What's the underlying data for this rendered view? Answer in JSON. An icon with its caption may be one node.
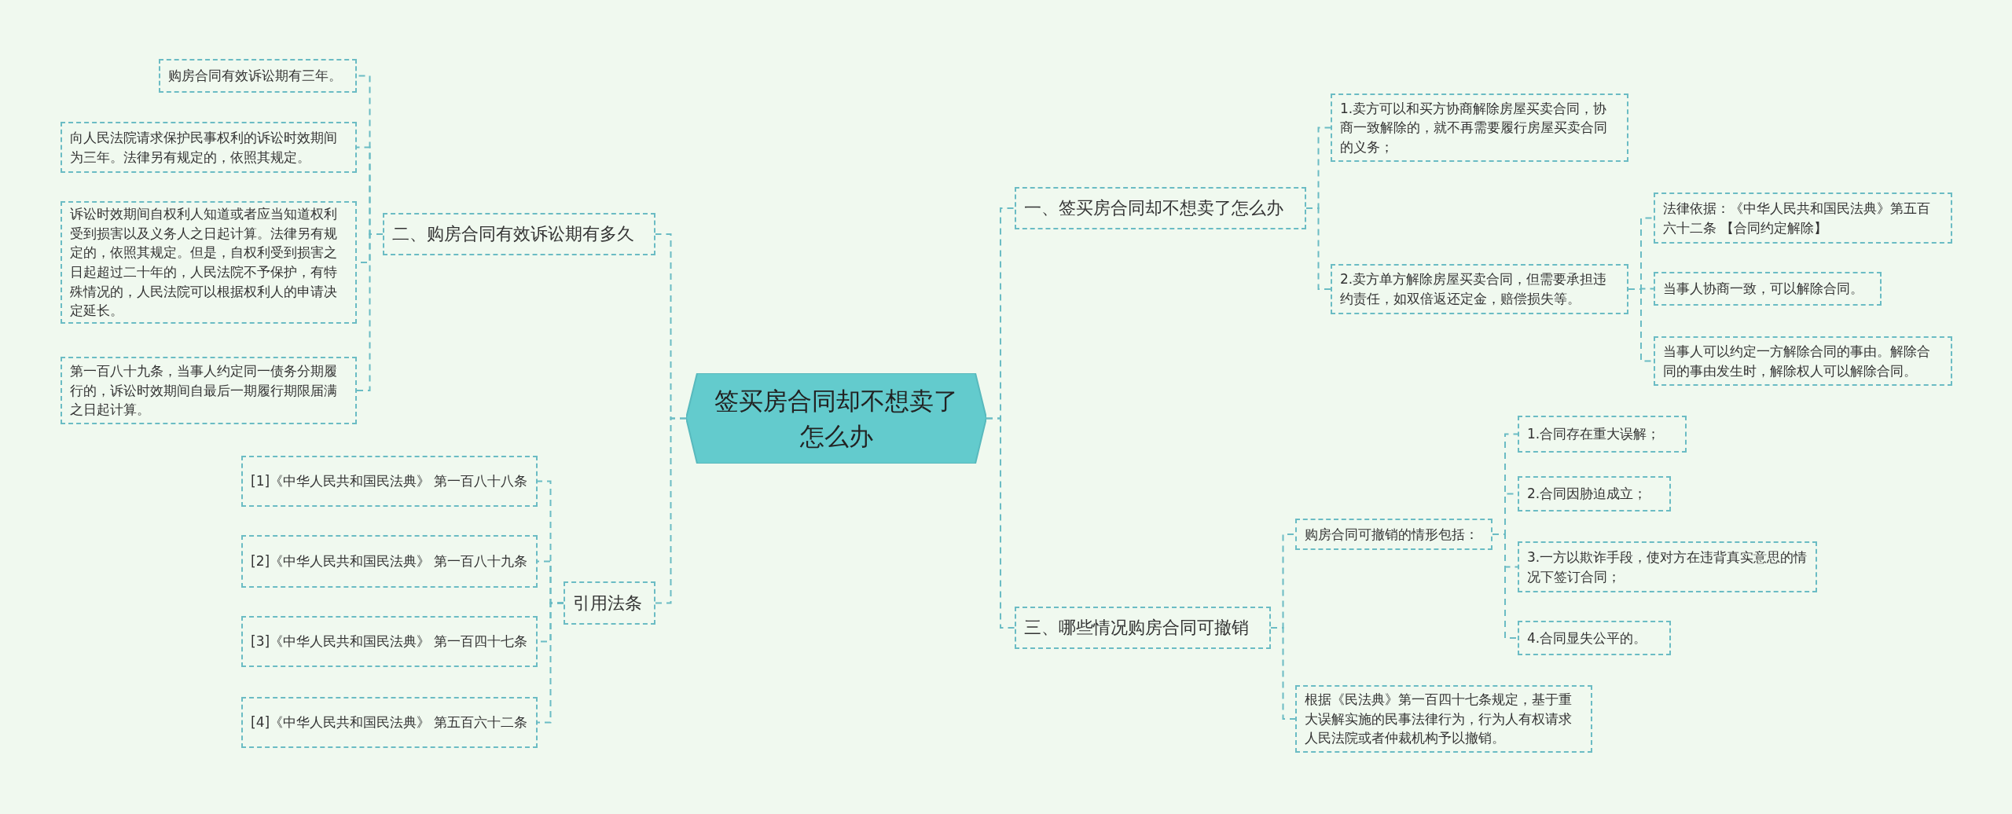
{
  "diagram": {
    "nodes": [
      {
        "text": [
          "签买房合同却不想卖了怎么办"
        ]
      },
      {
        "text": [
          "一、签买房合同却不想卖了怎么办"
        ]
      },
      {
        "text": [
          "1.卖方可以和买方协商解除房屋买卖合同，协商一致解除的，就不再需要履行房屋买卖合同的义务；"
        ]
      },
      {
        "text": [
          "2.卖方单方解除房屋买卖合同，但需要承担违约责任，如双倍返还定金，赔偿损失等。"
        ]
      },
      {
        "text": [
          "法律依据：《中华人民共和国民法典》第五百六十二条 【合同约定解除】"
        ]
      },
      {
        "text": [
          "当事人协商一致，可以解除合同。"
        ]
      },
      {
        "text": [
          "当事人可以约定一方解除合同的事由。解除合同的事由发生时，解除权人可以解除合同。"
        ]
      },
      {
        "text": [
          "三、哪些情况购房合同可撤销"
        ]
      },
      {
        "text": [
          "购房合同可撤销的情形包括："
        ]
      },
      {
        "text": [
          "1.合同存在重大误解；"
        ]
      },
      {
        "text": [
          "2.合同因胁迫成立；"
        ]
      },
      {
        "text": [
          "3.一方以欺诈手段，使对方在违背真实意思的情况下签订合同；"
        ]
      },
      {
        "text": [
          "4.合同显失公平的。"
        ]
      },
      {
        "text": [
          "根据《民法典》第一百四十七条规定，基于重大误解实施的民事法律行为，行为人有权请求人民法院或者仲裁机构予以撤销。"
        ]
      },
      {
        "text": [
          "二、购房合同有效诉讼期有多久"
        ]
      },
      {
        "text": [
          "购房合同有效诉讼期有三年。"
        ]
      },
      {
        "text": [
          "向人民法院请求保护民事权利的诉讼时效期间为三年。法律另有规定的，依照其规定。"
        ]
      },
      {
        "text": [
          "诉讼时效期间自权利人知道或者应当知道权利受到损害以及义务人之日起计算。法律另有规定的，依照其规定。但是，自权利受到损害之日起超过二十年的，人民法院不予保护，有特殊情况的，人民法院可以根据权利人的申请决定延长。"
        ]
      },
      {
        "text": [
          "第一百八十九条，当事人约定同一债务分期履行的，诉讼时效期间自最后一期履行期限届满之日起计算。"
        ]
      },
      {
        "text": [
          "引用法条"
        ]
      },
      {
        "text": [
          "[1]《中华人民共和国民法典》 第一百八十八条"
        ]
      },
      {
        "text": [
          "[2]《中华人民共和国民法典》 第一百八十九条"
        ]
      },
      {
        "text": [
          "[3]《中华人民共和国民法典》 第一百四十七条"
        ]
      },
      {
        "text": [
          "[4]《中华人民共和国民法典》 第五百六十二条"
        ]
      }
    ],
    "edges": [
      {
        "from": 0,
        "to": 1,
        "arrow": "none",
        "style": "dashed"
      },
      {
        "from": 1,
        "to": 2,
        "arrow": "none",
        "style": "dashed"
      },
      {
        "from": 1,
        "to": 3,
        "arrow": "none",
        "style": "dashed"
      },
      {
        "from": 3,
        "to": 4,
        "arrow": "none",
        "style": "dashed"
      },
      {
        "from": 3,
        "to": 5,
        "arrow": "none",
        "style": "dashed"
      },
      {
        "from": 3,
        "to": 6,
        "arrow": "none",
        "style": "dashed"
      },
      {
        "from": 0,
        "to": 7,
        "arrow": "none",
        "style": "dashed"
      },
      {
        "from": 7,
        "to": 8,
        "arrow": "none",
        "style": "dashed"
      },
      {
        "from": 8,
        "to": 9,
        "arrow": "none",
        "style": "dashed"
      },
      {
        "from": 8,
        "to": 10,
        "arrow": "none",
        "style": "dashed"
      },
      {
        "from": 8,
        "to": 11,
        "arrow": "none",
        "style": "dashed"
      },
      {
        "from": 8,
        "to": 12,
        "arrow": "none",
        "style": "dashed"
      },
      {
        "from": 7,
        "to": 13,
        "arrow": "none",
        "style": "dashed"
      },
      {
        "from": 0,
        "to": 14,
        "arrow": "none",
        "style": "dashed"
      },
      {
        "from": 14,
        "to": 15,
        "arrow": "none",
        "style": "dashed"
      },
      {
        "from": 14,
        "to": 16,
        "arrow": "none",
        "style": "dashed"
      },
      {
        "from": 14,
        "to": 17,
        "arrow": "none",
        "style": "dashed"
      },
      {
        "from": 14,
        "to": 18,
        "arrow": "none",
        "style": "dashed"
      },
      {
        "from": 0,
        "to": 19,
        "arrow": "none",
        "style": "dashed"
      },
      {
        "from": 19,
        "to": 20,
        "arrow": "none",
        "style": "dashed"
      },
      {
        "from": 19,
        "to": 21,
        "arrow": "none",
        "style": "dashed"
      },
      {
        "from": 19,
        "to": 22,
        "arrow": "none",
        "style": "dashed"
      },
      {
        "from": 19,
        "to": 23,
        "arrow": "none",
        "style": "dashed"
      }
    ]
  }
}
